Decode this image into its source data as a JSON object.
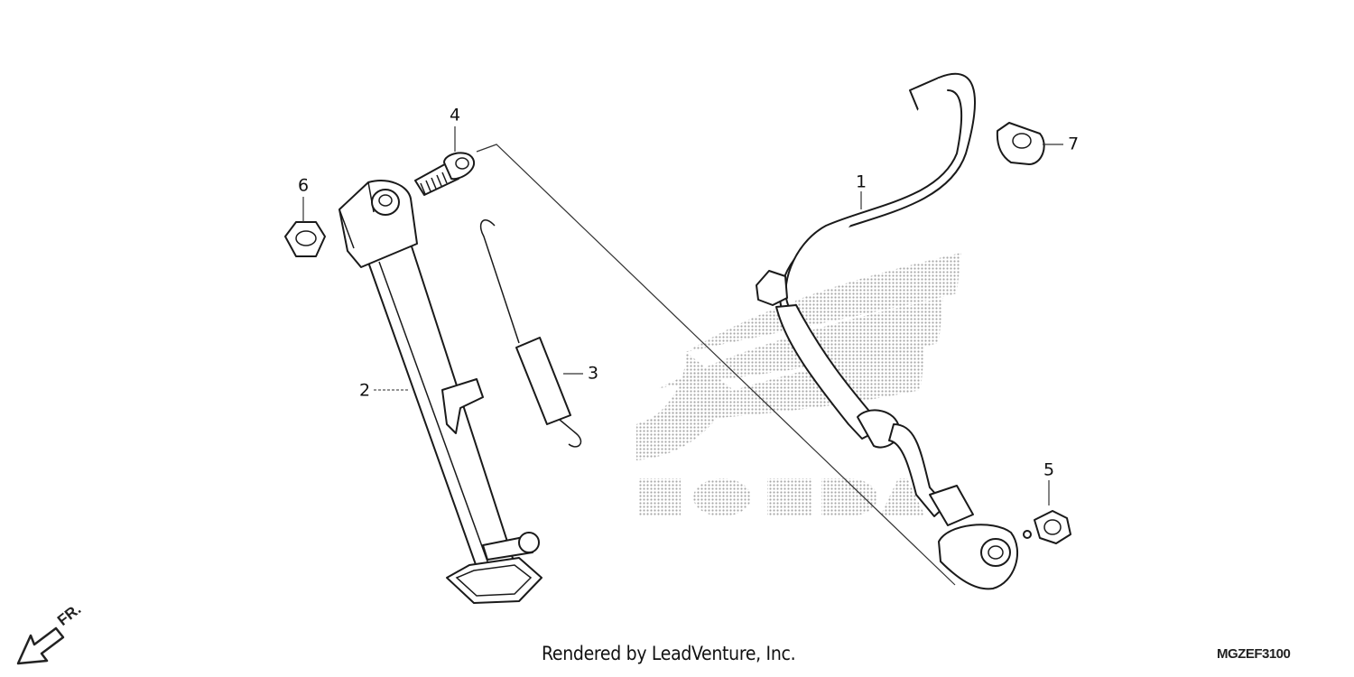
{
  "callouts": [
    {
      "id": "1",
      "label": "1"
    },
    {
      "id": "2",
      "label": "2"
    },
    {
      "id": "3",
      "label": "3"
    },
    {
      "id": "4",
      "label": "4"
    },
    {
      "id": "5",
      "label": "5"
    },
    {
      "id": "6",
      "label": "6"
    },
    {
      "id": "7",
      "label": "7"
    }
  ],
  "watermark": {
    "logo": "HONDA wing",
    "text": "HONDA"
  },
  "footer": {
    "credit": "Rendered by LeadVenture, Inc.",
    "diagram_code": "MGZEF3100"
  },
  "direction_indicator": {
    "label": "FR.",
    "icon": "arrow-front-icon"
  },
  "colors": {
    "line": "#1a1a1a",
    "watermark": "#b5b5b5",
    "background": "#ffffff"
  }
}
